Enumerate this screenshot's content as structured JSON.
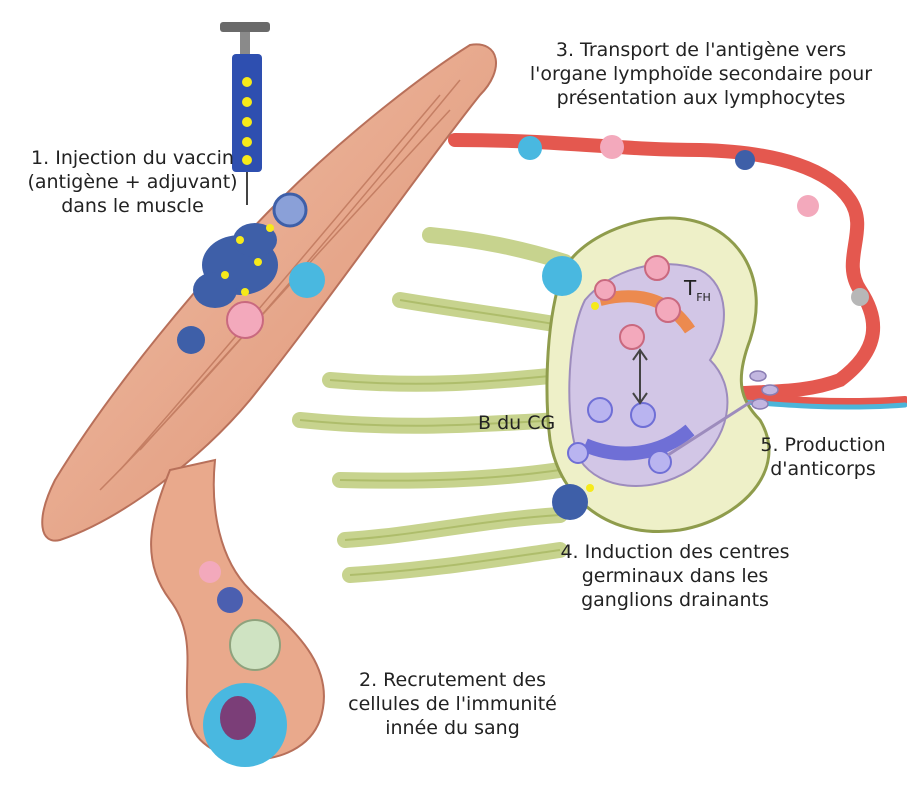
{
  "steps": {
    "injection": [
      "1. Injection du vaccin",
      "(antigène + adjuvant)",
      "dans le muscle"
    ],
    "recruitment": [
      "2. Recrutement des",
      "cellules de l'immunité",
      "innée du sang"
    ],
    "transport": [
      "3. Transport de l'antigène vers",
      "l'organe lymphoïde secondaire pour",
      "présentation aux lymphocytes"
    ],
    "germinal": [
      "4. Induction des centres",
      "germinaux dans les",
      "ganglions drainants"
    ],
    "production": [
      "5. Production",
      "d'anticorps"
    ]
  },
  "cells": {
    "tfh_main": "T",
    "tfh_sub": "FH",
    "b_cg": "B du CG"
  },
  "colors": {
    "muscle": "#e9a98c",
    "vessel": "#e4584f",
    "lymph_node": "#eef0c8",
    "dendritic": "#49b8e0",
    "b_cell": "#7e86d8",
    "antigen": "#f6ea1a"
  }
}
